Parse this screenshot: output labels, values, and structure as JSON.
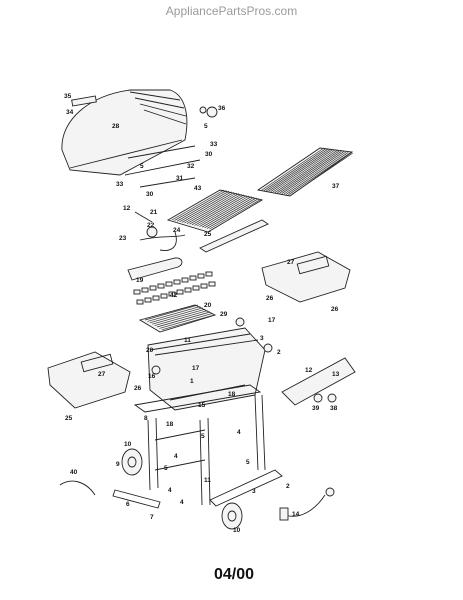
{
  "watermark": "AppliancePartsPros.com",
  "footer_code": "04/00",
  "callouts": [
    "1",
    "2",
    "3",
    "4",
    "5",
    "6",
    "7",
    "8",
    "9",
    "10",
    "11",
    "12",
    "13",
    "14",
    "15",
    "16",
    "17",
    "18",
    "19",
    "20",
    "21",
    "22",
    "23",
    "24",
    "25",
    "26",
    "27",
    "28",
    "29",
    "30",
    "31",
    "32",
    "33",
    "34",
    "35",
    "36",
    "37",
    "38",
    "39",
    "40",
    "41",
    "42",
    "43"
  ],
  "diagram_type": "exploded parts diagram (gas grill)"
}
